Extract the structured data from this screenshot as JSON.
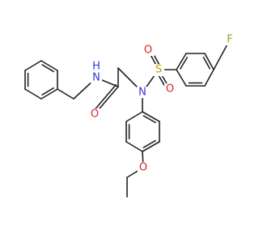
{
  "colors": {
    "bond": "#222222",
    "N": "#3333dd",
    "O": "#dd2222",
    "S": "#b8a200",
    "F": "#88aa22"
  },
  "atoms": {
    "nh_n": "N",
    "nh_h": "H",
    "amide_o": "O",
    "sulfonamide_n": "N",
    "s": "S",
    "so_o1": "O",
    "so_o2": "O",
    "f": "F",
    "ether_o": "O"
  }
}
